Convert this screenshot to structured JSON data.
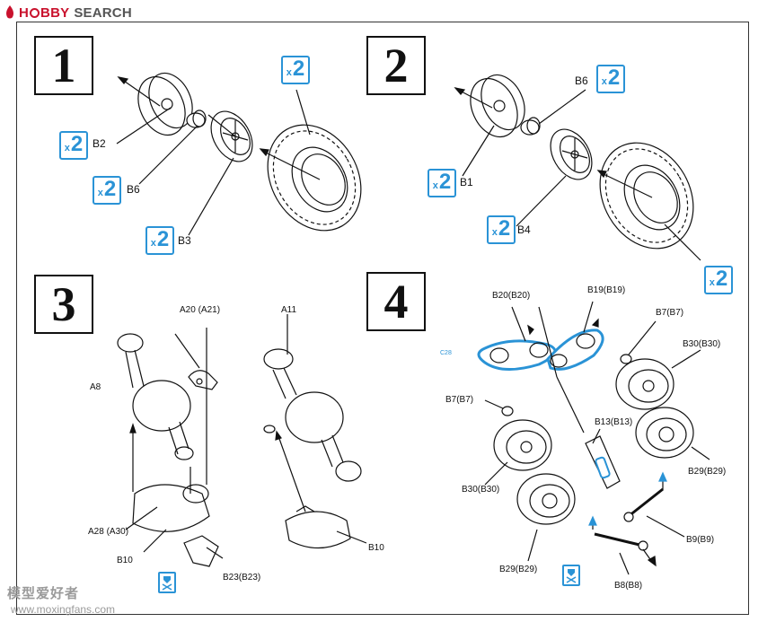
{
  "header": {
    "brand_a": "H",
    "brand_b": "BBY",
    "brand_c": "SEARCH"
  },
  "watermark": {
    "line1": "模型爱好者",
    "line2": "www.moxingfans.com"
  },
  "steps": [
    {
      "number": "1",
      "parts": [
        "B2",
        "B6",
        "B3"
      ],
      "multiplier": "2"
    },
    {
      "number": "2",
      "parts": [
        "B6",
        "B1",
        "B4"
      ],
      "multiplier": "2"
    },
    {
      "number": "3",
      "parts": [
        "A20 (A21)",
        "A11",
        "A8",
        "A28 (A30)",
        "B10",
        "B23(B23)",
        "B10"
      ]
    },
    {
      "number": "4",
      "parts": [
        "B20(B20)",
        "B19(B19)",
        "B7(B7)",
        "B30(B30)",
        "B7(B7)",
        "B13(B13)",
        "B29(B29)",
        "B30(B30)",
        "B29(B29)",
        "B9(B9)",
        "B8(B8)"
      ],
      "ref": "C28"
    }
  ],
  "multiplier_prefix": "x",
  "colors": {
    "accent": "#2a93d6",
    "brand": "#c9122d",
    "ink": "#111111"
  }
}
